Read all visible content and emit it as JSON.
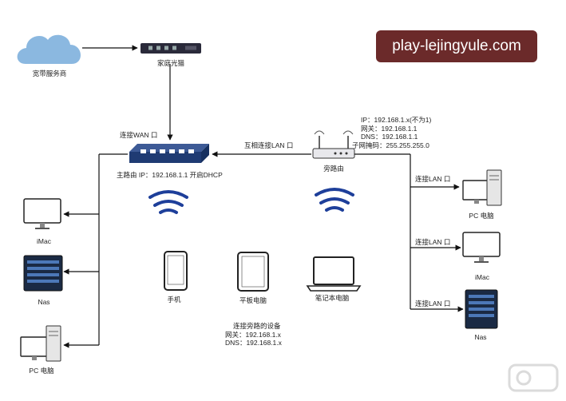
{
  "watermark": {
    "text": "play-lejingyule.com"
  },
  "nodes": {
    "isp": "宽带服务商",
    "modem": "家庭光猫",
    "main_router_port": "连接WAN 口",
    "main_router_info": "主路由 IP：192.168.1.1 开启DHCP",
    "bypass_link": "互相连接LAN 口",
    "bypass_router": "旁路由",
    "imac_left": "iMac",
    "nas_left": "Nas",
    "pc_left": "PC 电脑",
    "phone": "手机",
    "tablet": "平板电脑",
    "laptop": "笔记本电脑",
    "pc_right": "PC 电脑",
    "imac_right": "iMac",
    "nas_right": "Nas",
    "lan1": "连接LAN 口",
    "lan2": "连接LAN 口",
    "lan3": "连接LAN 口"
  },
  "bypass_config": {
    "ip": "IP：192.168.1.x(不为1)",
    "gateway": "网关：192.168.1.1",
    "dns": "DNS：192.168.1.1",
    "subnet": "子网掩码：255.255.255.0"
  },
  "device_config": {
    "title": "连接旁路的设备",
    "gateway": "网关：192.168.1.x",
    "dns": "DNS：192.168.1.x"
  },
  "colors": {
    "wifi": "#1e3f9a",
    "router": "#1f3b73",
    "cloud": "#8bb8e0",
    "watermark_bg": "#6b2a2a"
  }
}
